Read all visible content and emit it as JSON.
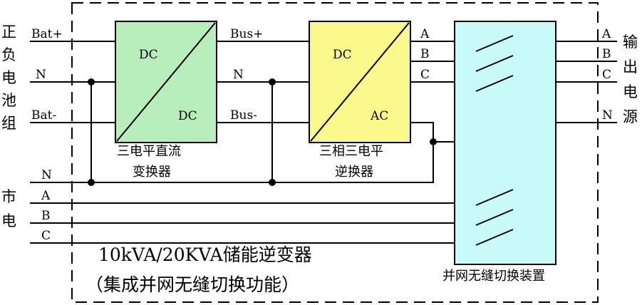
{
  "battery": {
    "chars": [
      "正",
      "负",
      "电",
      "池",
      "组"
    ],
    "terminals": {
      "pos": "Bat+",
      "n": "N",
      "neg": "Bat-"
    }
  },
  "grid": {
    "chars": [
      "市",
      "电"
    ],
    "n": "N",
    "a": "A",
    "b": "B",
    "c": "C"
  },
  "dcdc": {
    "in": "DC",
    "out": "DC",
    "caption_line1": "三电平直流",
    "caption_line2": "变换器"
  },
  "bus": {
    "pos": "Bus+",
    "n": "N",
    "neg": "Bus-"
  },
  "inverter": {
    "in": "DC",
    "out": "AC",
    "caption_line1": "三相三电平",
    "caption_line2": "逆换器"
  },
  "inverter_phases": {
    "a": "A",
    "b": "B",
    "c": "C"
  },
  "switch_device": {
    "caption": "并网无缝切换装置"
  },
  "output": {
    "a": "A",
    "b": "B",
    "c": "C",
    "n": "N",
    "chars": [
      "输",
      "出",
      "电",
      "源"
    ]
  },
  "system": {
    "title": "10kVA/20KVA储能逆变器",
    "subtitle": "（集成并网无缝切换功能）"
  },
  "colors": {
    "dcdc_fill": "#b8eebc",
    "inverter_fill": "#fafa8c",
    "switch_fill": "#c8fafa",
    "line": "#000000"
  }
}
